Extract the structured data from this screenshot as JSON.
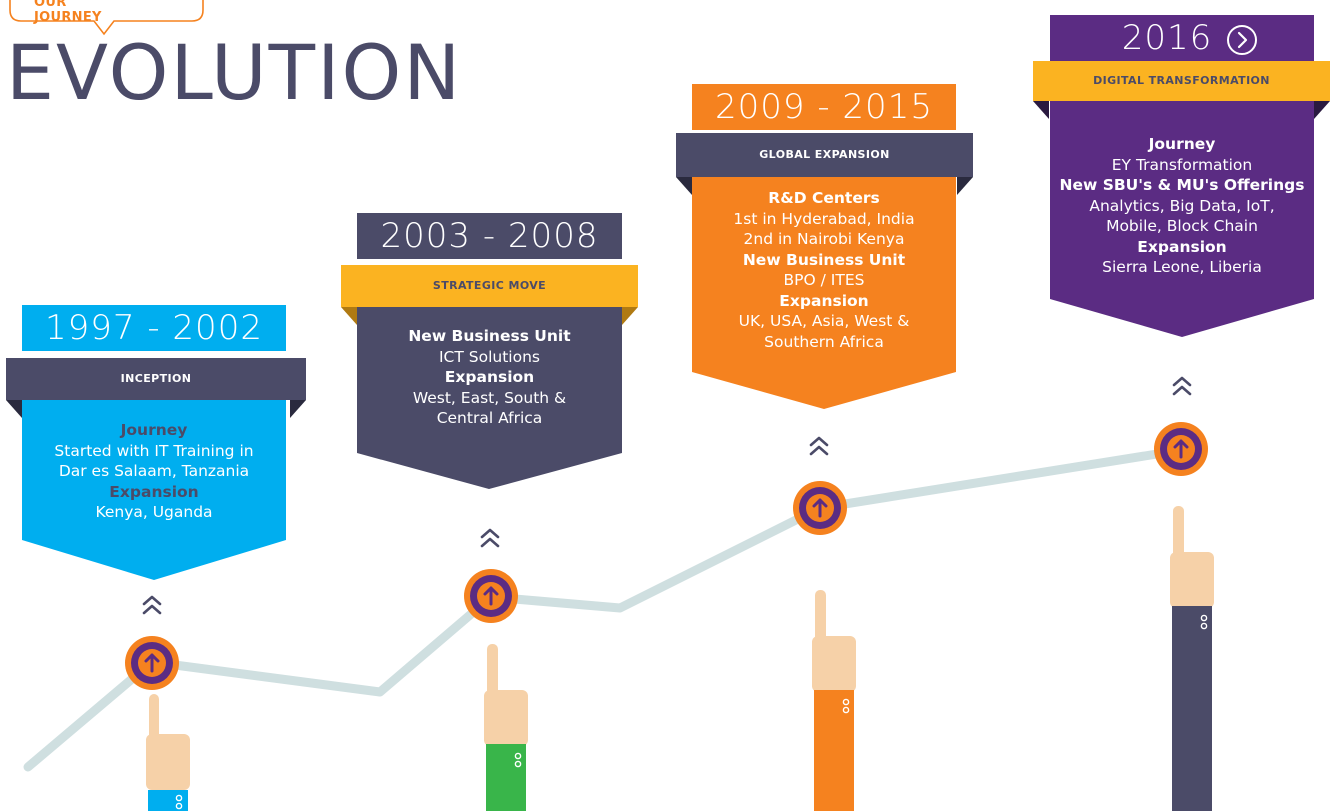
{
  "header": {
    "tagline": "OUR JOURNEY",
    "title": "EVOLUTION"
  },
  "phases": [
    {
      "years": "1997 - 2002",
      "label": "INCEPTION",
      "lines": [
        {
          "text": "Journey",
          "bold": true
        },
        {
          "text": "Started with IT Training in",
          "bold": false
        },
        {
          "text": "Dar es Salaam, Tanzania",
          "bold": false
        },
        {
          "text": "Expansion",
          "bold": true
        },
        {
          "text": "Kenya, Uganda",
          "bold": false
        }
      ],
      "color": "#00aeef",
      "band_color": "#4b4b68",
      "sleeve_color": "#00aeef"
    },
    {
      "years": "2003 - 2008",
      "label": "STRATEGIC MOVE",
      "lines": [
        {
          "text": "New Business Unit",
          "bold": true
        },
        {
          "text": "ICT Solutions",
          "bold": false
        },
        {
          "text": "Expansion",
          "bold": true
        },
        {
          "text": "West, East, South &",
          "bold": false
        },
        {
          "text": "Central Africa",
          "bold": false
        }
      ],
      "color": "#4b4b68",
      "band_color": "#fbb321",
      "sleeve_color": "#39b54a"
    },
    {
      "years": "2009 - 2015",
      "label": "GLOBAL EXPANSION",
      "lines": [
        {
          "text": "R&D Centers",
          "bold": true
        },
        {
          "text": "1st in Hyderabad, India",
          "bold": false
        },
        {
          "text": "2nd in Nairobi Kenya",
          "bold": false
        },
        {
          "text": "New Business Unit",
          "bold": true
        },
        {
          "text": "BPO / ITES",
          "bold": false
        },
        {
          "text": "Expansion",
          "bold": true
        },
        {
          "text": "UK, USA, Asia, West &",
          "bold": false
        },
        {
          "text": "Southern Africa",
          "bold": false
        }
      ],
      "color": "#f5821f",
      "band_color": "#4b4b68",
      "sleeve_color": "#f5821f"
    },
    {
      "years": "2016",
      "label": "DIGITAL TRANSFORMATION",
      "lines": [
        {
          "text": "Journey",
          "bold": true
        },
        {
          "text": "EY Transformation",
          "bold": false
        },
        {
          "text": "New SBU's & MU's Offerings",
          "bold": true
        },
        {
          "text": "Analytics, Big Data, IoT,",
          "bold": false
        },
        {
          "text": "Mobile, Block Chain",
          "bold": false
        },
        {
          "text": "Expansion",
          "bold": true
        },
        {
          "text": "Sierra Leone, Liberia",
          "bold": false
        }
      ],
      "color": "#5b2c83",
      "band_color": "#fbb321",
      "sleeve_color": "#4b4b68"
    }
  ],
  "colors": {
    "accent": "#f5821f",
    "navy": "#4b4b68",
    "line": "#cfdfe0",
    "skin": "#f6d1a8"
  },
  "icons": {
    "next": "chevron-right-circle-icon",
    "up": "double-chevron-up-icon",
    "milestone": "arrow-up-circle-icon"
  }
}
